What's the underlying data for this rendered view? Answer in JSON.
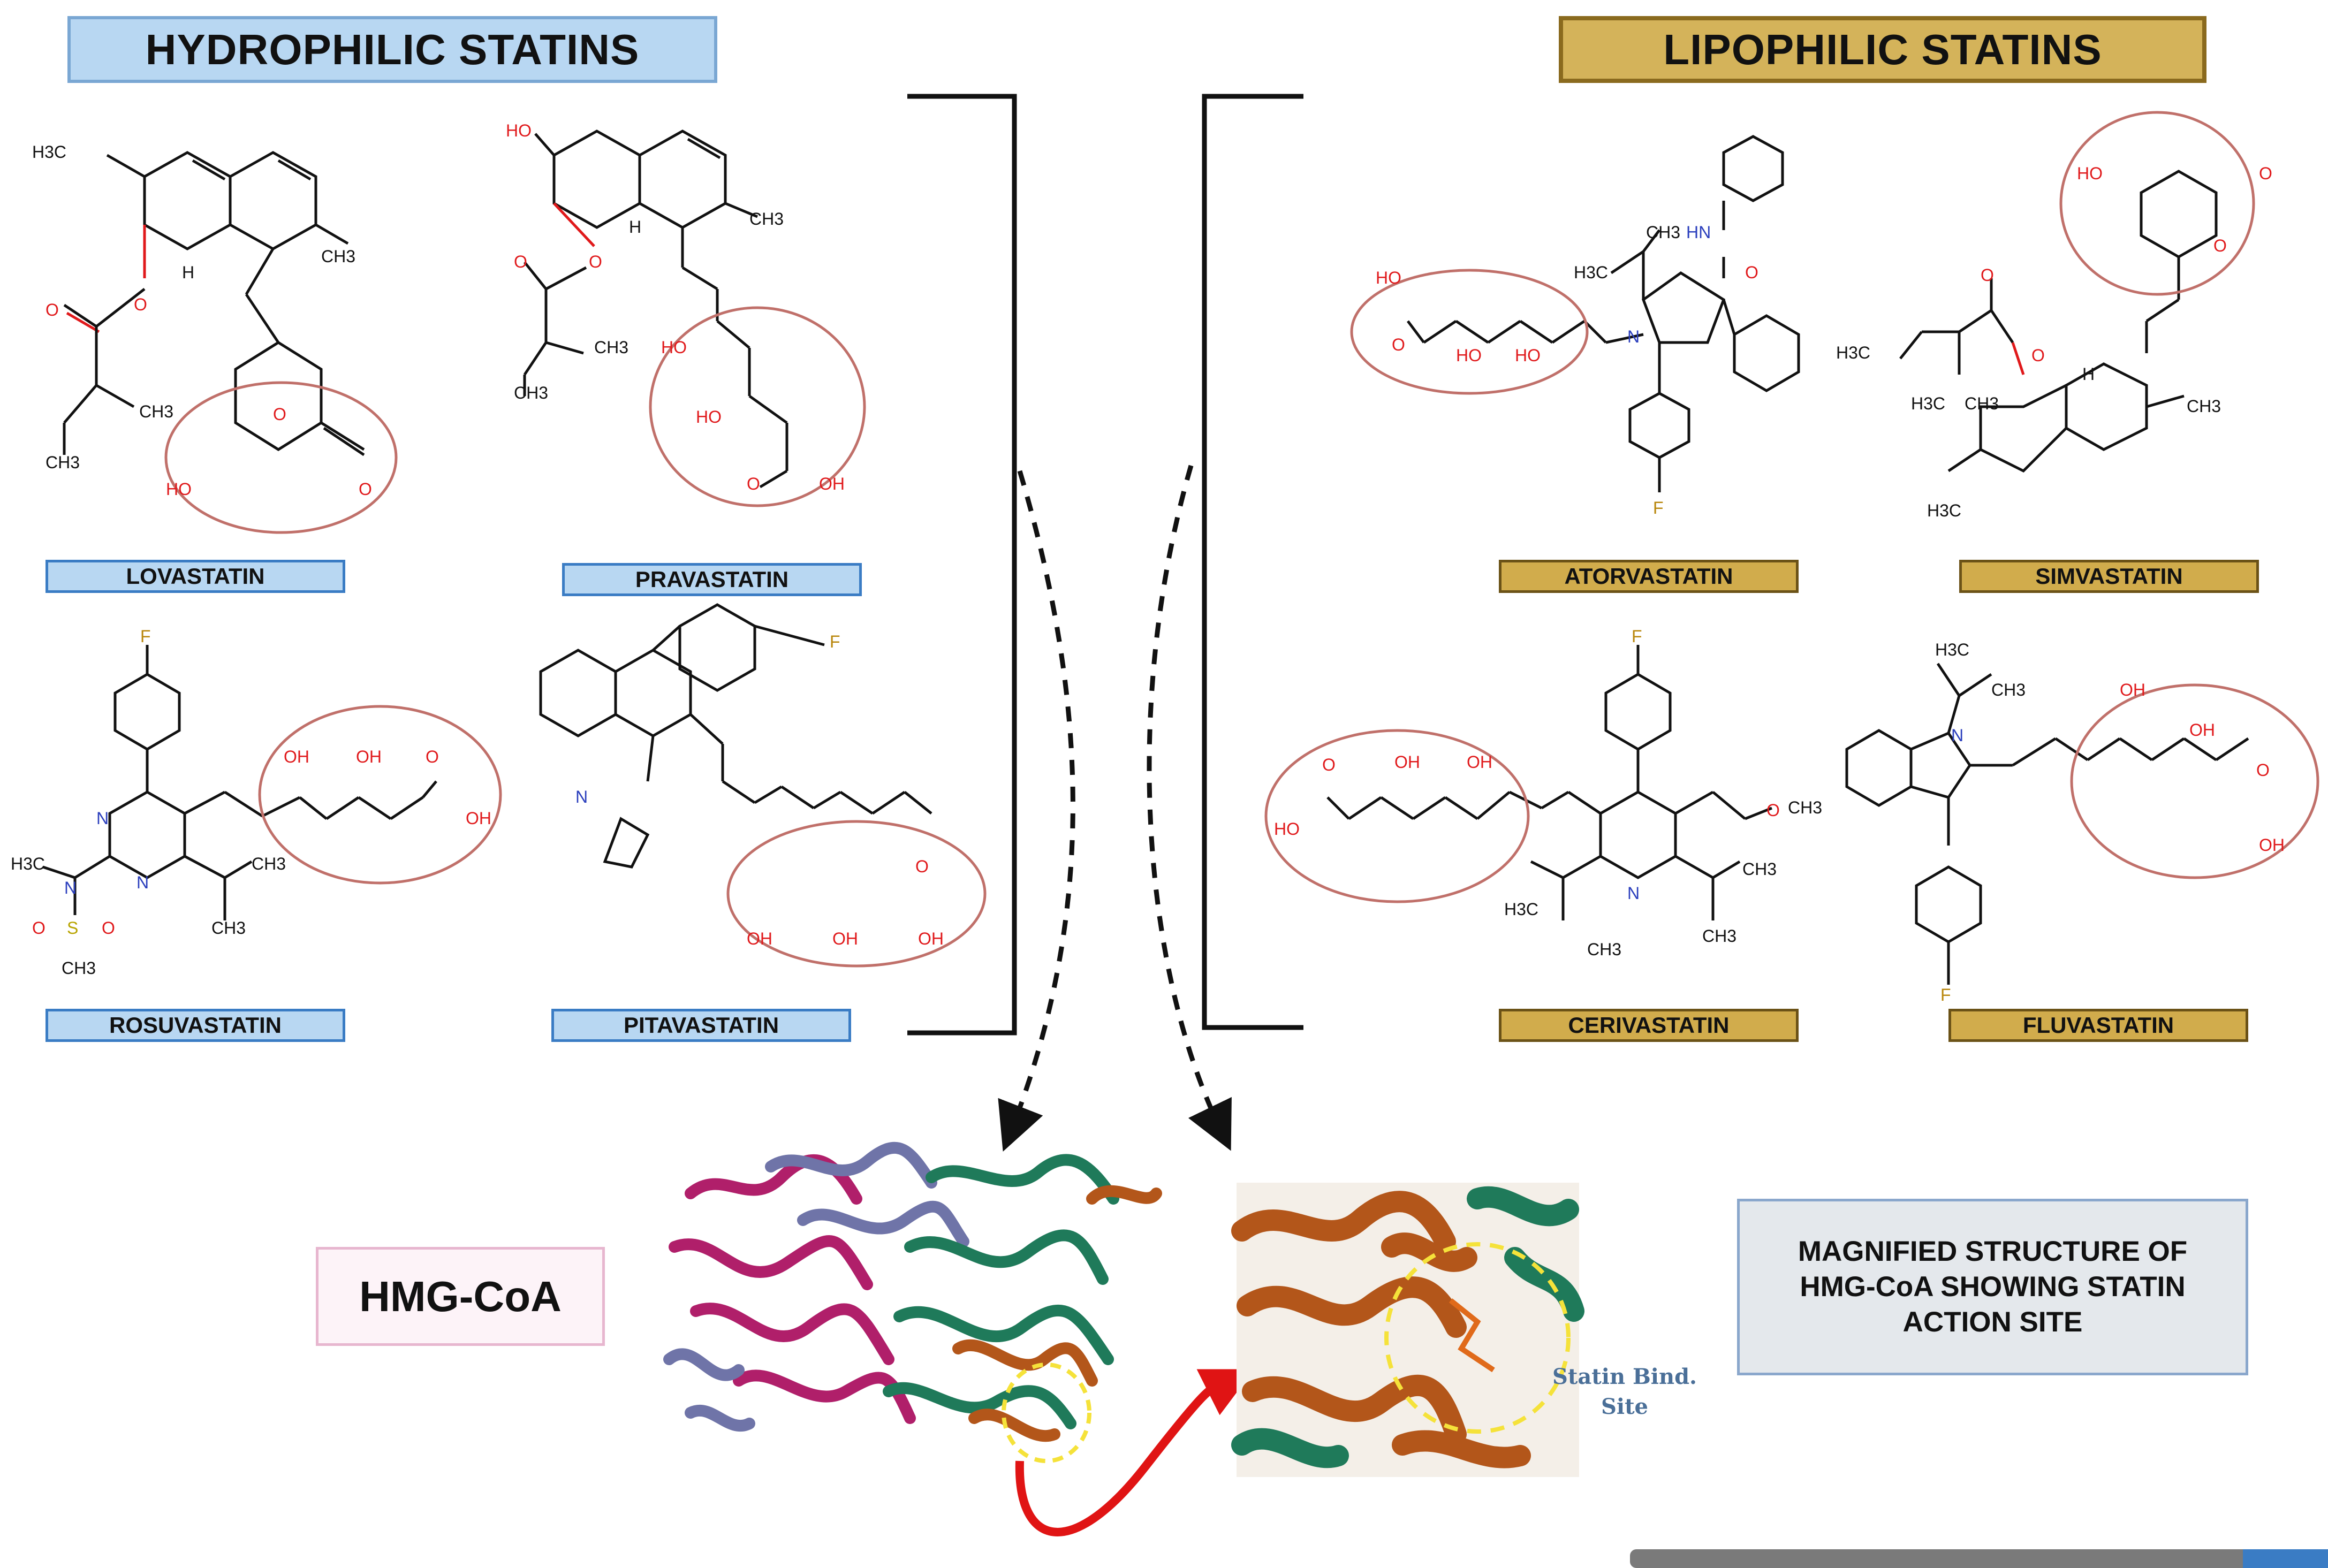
{
  "headers": {
    "hydrophilic": "HYDROPHILIC STATINS",
    "lipophilic": "LIPOPHILIC STATINS"
  },
  "statins": {
    "lovastatin": "LOVASTATIN",
    "pravastatin": "PRAVASTATIN",
    "rosuvastatin": "ROSUVASTATIN",
    "pitavastatin": "PITAVASTATIN",
    "atorvastatin": "ATORVASTATIN",
    "simvastatin": "SIMVASTATIN",
    "cerivastatin": "CERIVASTATIN",
    "fluvastatin": "FLUVASTATIN"
  },
  "enzyme": {
    "label": "HMG-CoA",
    "magnified_caption": "MAGNIFIED STRUCTURE OF\nHMG-CoA SHOWING STATIN\nACTION SITE",
    "site_label": "Statin Bind.\nSite"
  },
  "atoms": {
    "ho": "HO",
    "oh": "OH",
    "o": "O",
    "f": "F",
    "n": "N",
    "h": "H",
    "hn": "HN",
    "s": "S",
    "h3c": "H3C",
    "ch3": "CH3"
  },
  "colors": {
    "hydrophilic_fill": "#b8d7f2",
    "hydrophilic_border": "#3a7cc4",
    "lipophilic_fill": "#d1ac4c",
    "lipophilic_border": "#6b5217",
    "highlight_ellipse": "#c0706a",
    "oxygen": "#e0191b",
    "nitrogen": "#2b3fbd",
    "fluorine": "#b8860b",
    "arrow_red": "#e01414",
    "binding_site_ring": "#f5e23a",
    "protein_green": "#1f7a5a",
    "protein_orange": "#b3561a",
    "protein_magenta": "#b01f6a",
    "protein_slate": "#6f74a8"
  }
}
